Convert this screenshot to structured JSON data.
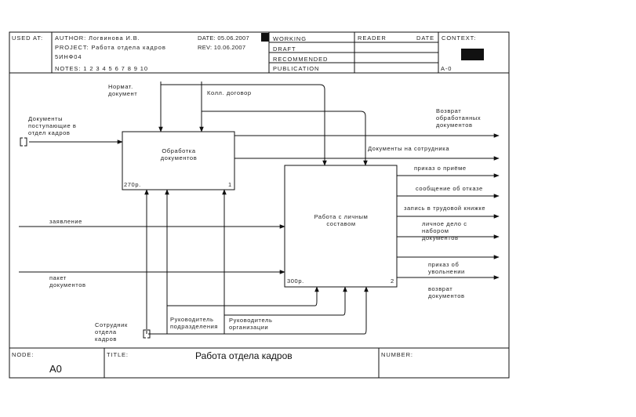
{
  "header": {
    "used_at": "USED AT:",
    "author": "AUTHOR: Логвинова И.В.",
    "project": "PROJECT: Работа отдела кадров",
    "project2": "5ИНФ04",
    "notes": "NOTES: 1 2 3 4 5 6 7 8 9 10",
    "date": "DATE: 05.06.2007",
    "rev": "REV: 10.06.2007",
    "status": [
      "WORKING",
      "DRAFT",
      "RECOMMENDED",
      "PUBLICATION"
    ],
    "reader": "READER",
    "date2": "DATE",
    "context": "CONTEXT:",
    "context_id": "A-0"
  },
  "footer": {
    "node_label": "NODE:",
    "node_value": "A0",
    "title_label": "TITLE:",
    "title_value": "Работа отдела кадров",
    "number_label": "NUMBER:"
  },
  "boxes": [
    {
      "title": "Обработка документов",
      "cost": "270р.",
      "num": "1"
    },
    {
      "title": "Работа с личным составом",
      "cost": "300р.",
      "num": "2"
    }
  ],
  "arrows": {
    "normat": "Нормат. документ",
    "koll": "Колл. договор",
    "docs_in": "Документы поступающие в отдел кадров",
    "zayav": "заявление",
    "paket": "пакет документов",
    "sotrudnik": "Сотрудник отдела кадров",
    "ruk_podr": "Руководитель подразделения",
    "ruk_org": "Руководитель организации",
    "vozvrat_obr": "Возврат обработанных документов",
    "docs_sotr": "Документы на сотрудника",
    "prikaz_priem": "приказ о приёме",
    "soobsh": "сообщение об отказе",
    "zapis": "запись в трудовой книжке",
    "lichnoe": "личное дело с набором документов",
    "prikaz_uvol": "приказ об увольнении",
    "vozvrat": "возврат документов"
  }
}
